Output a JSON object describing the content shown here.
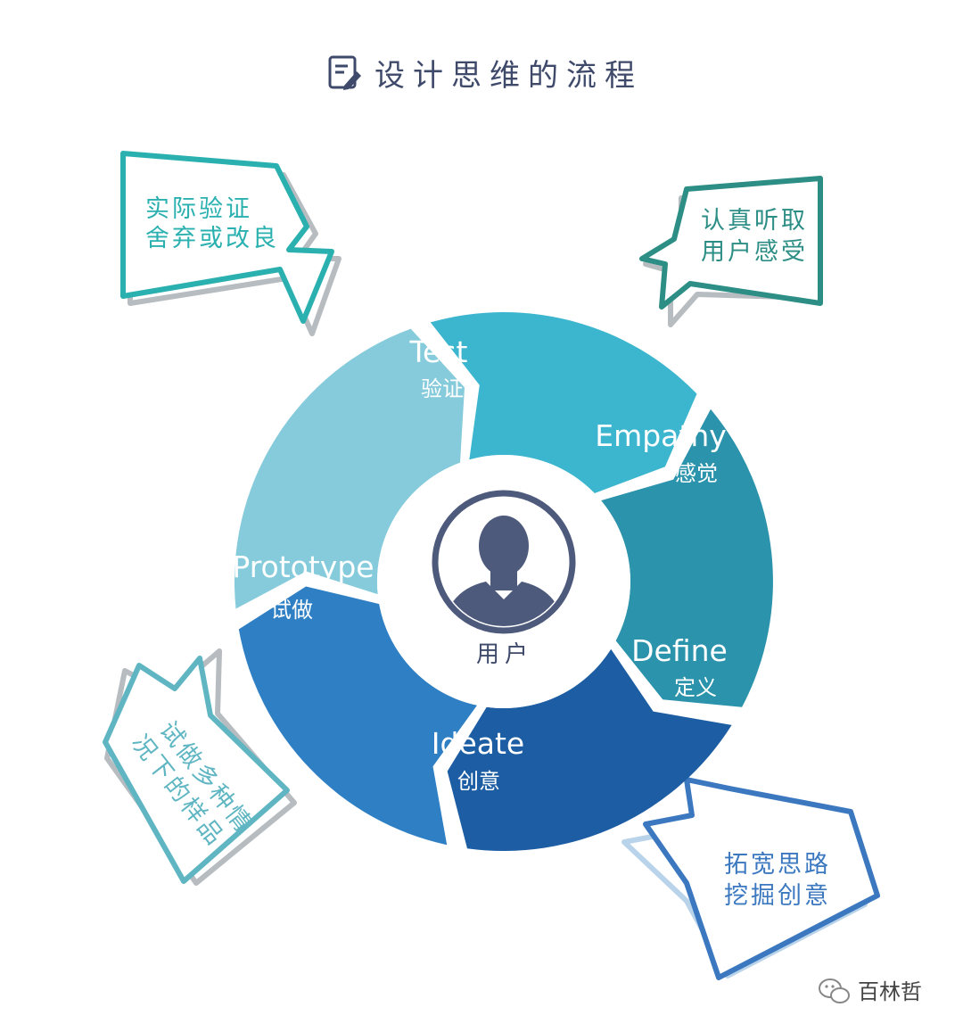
{
  "title": "设计思维的流程",
  "center": {
    "label": "用户",
    "icon": "user-avatar-icon"
  },
  "segments": [
    {
      "id": "test",
      "en": "Test",
      "zh": "验证",
      "color": "#3cb6cf"
    },
    {
      "id": "empathy",
      "en": "Empathy",
      "zh": "感觉",
      "color": "#2b93ab"
    },
    {
      "id": "define",
      "en": "Define",
      "zh": "定义",
      "color": "#1c5da3"
    },
    {
      "id": "ideate",
      "en": "Ideate",
      "zh": "创意",
      "color": "#2f7fc4"
    },
    {
      "id": "prototype",
      "en": "Prototype",
      "zh": "试做",
      "color": "#86cbdb"
    }
  ],
  "bubbles": {
    "test": {
      "lines": [
        "实际验证",
        "舍弃或改良"
      ],
      "color": "#2bb0b0"
    },
    "empathy": {
      "lines": [
        "认真听取",
        "用户感受"
      ],
      "color": "#2d8e86"
    },
    "prototype": {
      "lines": [
        "试做多种情",
        "况下的样品"
      ],
      "color": "#5fb6c2"
    },
    "ideate": {
      "lines": [
        "拓宽思路",
        "挖掘创意"
      ],
      "color": "#3b78bf"
    }
  },
  "watermark": {
    "text": "百林哲",
    "icon": "wechat-icon"
  }
}
